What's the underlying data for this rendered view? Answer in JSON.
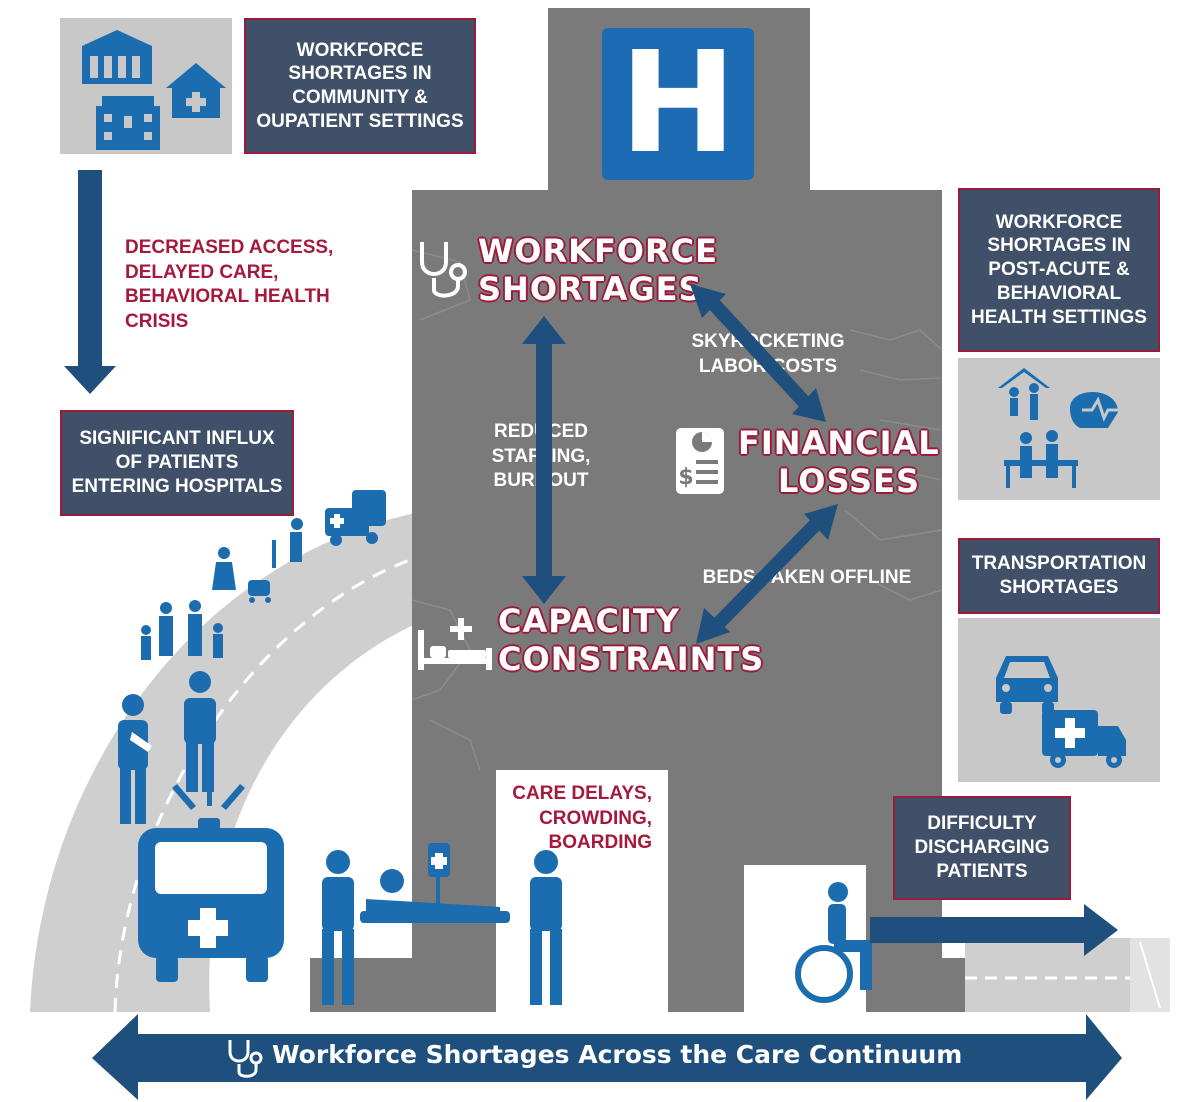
{
  "boxes": {
    "community": [
      "WORKFORCE",
      "SHORTAGES IN",
      "COMMUNITY &",
      "OUPATIENT SETTINGS"
    ],
    "influx": [
      "SIGNIFICANT INFLUX",
      "OF PATIENTS",
      "ENTERING HOSPITALS"
    ],
    "postacute": [
      "WORKFORCE",
      "SHORTAGES IN",
      "POST-ACUTE &",
      "BEHAVIORAL",
      "HEALTH SETTINGS"
    ],
    "transport": [
      "TRANSPORTATION",
      "SHORTAGES"
    ],
    "discharge": [
      "DIFFICULTY",
      "DISCHARGING",
      "PATIENTS"
    ]
  },
  "red_labels": {
    "access": [
      "DECREASED ACCESS,",
      "DELAYED CARE,",
      "BEHAVIORAL HEALTH",
      "CRISIS"
    ],
    "care_delays": [
      "CARE DELAYS,",
      "CROWDING,",
      "BOARDING"
    ]
  },
  "hospital": {
    "sign_letter": "H",
    "workforce": [
      "WORKFORCE",
      "SHORTAGES"
    ],
    "financial": [
      "FINANCIAL",
      "LOSSES"
    ],
    "capacity": [
      "CAPACITY",
      "CONSTRAINTS"
    ],
    "labor": [
      "SKYROCKETING",
      "LABOR COSTS"
    ],
    "staffing": [
      "REDUCED STAFFING,",
      "BURNOUT"
    ],
    "beds": "BEDS TAKEN OFFLINE"
  },
  "footer": {
    "title": "Workforce Shortages Across the Care Continuum"
  },
  "icons": [
    "community-buildings-icon",
    "stethoscope-icon",
    "invoice-icon",
    "hospital-bed-icon",
    "ambulance-icon",
    "car-icon",
    "caregiver-icon",
    "iv-stretcher-icon",
    "wheelchair-icon"
  ],
  "colors": {
    "navy": "#3f5068",
    "blue": "#1f4f7d",
    "icon_blue": "#1c6db0",
    "crimson": "#9b1c3a",
    "building_grey": "#7a7a7a",
    "light_grey": "#c8c8c8"
  }
}
